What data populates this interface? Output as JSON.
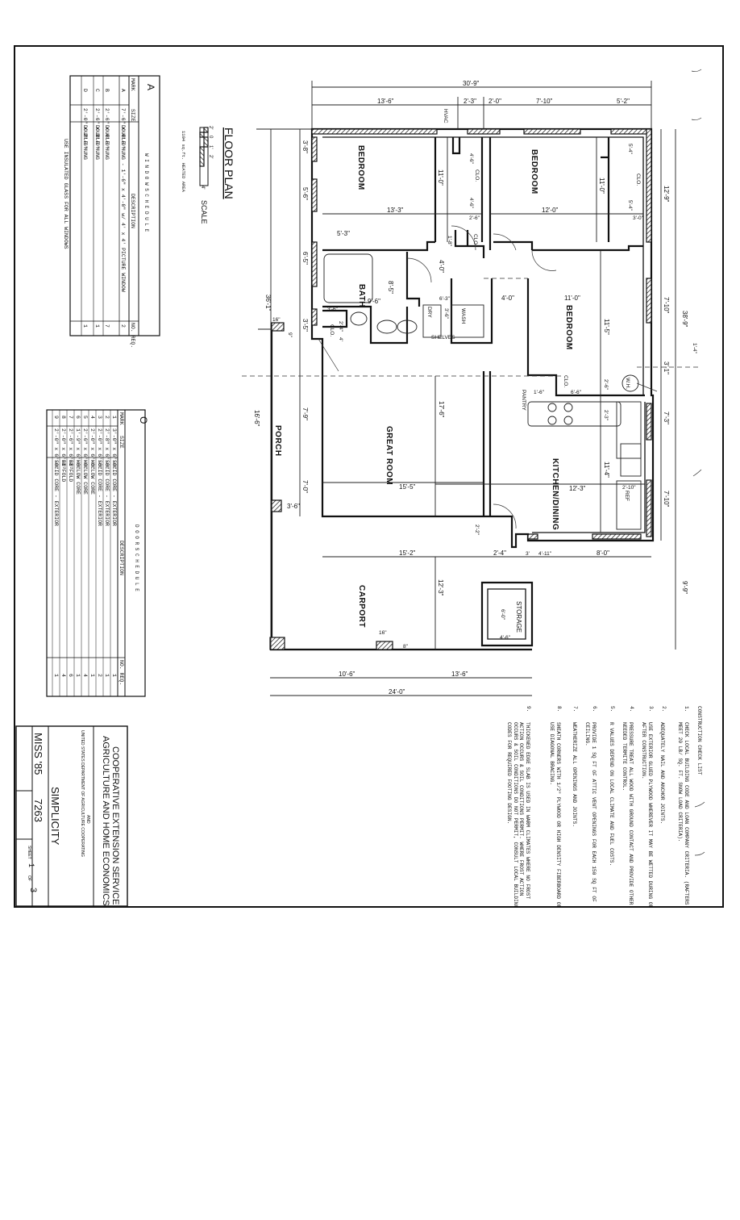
{
  "drawing": {
    "title": "FLOOR PLAN",
    "scale_label": "SCALE",
    "scale_ticks": [
      "2'",
      "0",
      "1'",
      "2'",
      "4'"
    ],
    "area_note": "1104 sq.ft. HEATED AREA"
  },
  "rooms": {
    "bedroom_1": "BEDROOM",
    "bedroom_2": "BEDROOM",
    "bedroom_3": "BEDROOM",
    "bath": "BATH",
    "great_room": "GREAT ROOM",
    "kitchen_dining": "KITCHEN/DINING",
    "porch": "PORCH",
    "carport": "CARPORT",
    "storage": "STORAGE",
    "hvac": "HVAC",
    "pantry": "PANTRY",
    "shelves": "SHELVES",
    "dry": "DRY",
    "wash": "WASH",
    "ref": "REF",
    "wh": "W.H.",
    "clo": "CLO.",
    "clo2": "CLO.",
    "clo3": "CLO.",
    "clo4": "CLO.",
    "clo5": "CLO."
  },
  "dimensions": {
    "overall_width": "30'-9\"",
    "top_1": "13'-6\"",
    "top_2": "2'-3\"",
    "top_3": "2'-0\"",
    "top_4": "7'-10\"",
    "top_5": "5'-2\"",
    "left_overall": "36'-1\"",
    "left_1": "3'-8\"",
    "left_2": "5'-6\"",
    "left_3": "6'-5\"",
    "left_4": "3'-5\"",
    "left_5": "7'-9\"",
    "left_6": "7'-0\"",
    "porch_depth": "16'-6\"",
    "porch_post": "16\"",
    "porch_post2": "9\"",
    "porch_gap": "3'-6\"",
    "right_overall": "38'-9\"",
    "right_1": "12'-9\"",
    "right_2": "7'-10\"",
    "right_3": "3'-1\"",
    "right_4": "7'-3\"",
    "right_5": "7'-10\"",
    "right_6": "9'-9\"",
    "right_7": "1'-4\"",
    "bed1_w": "13'-3\"",
    "bed1_d": "11'-0\"",
    "bed1_closet_a": "4'-6\"",
    "bed1_closet_b": "4'-6\"",
    "bed1_closet_c": "2'-6\"",
    "bath_a": "5'-3\"",
    "bath_b": "8'-5\"",
    "bath_c": "9'-6\"",
    "bath_d": "3'-6\"",
    "clo_a": "2'-4\"",
    "clo_b": "4'",
    "hall": "4'-0\"",
    "hall2": "4'-0\"",
    "laundry_a": "6'-3\"",
    "laundry_b": "3'-6\"",
    "laundry_c": "1'-8\"",
    "bed2_w": "12'-0\"",
    "bed2_d": "11'-0\"",
    "bed2_clo_a": "5'-4\"",
    "bed2_clo_b": "5'-4\"",
    "bed2_clo_c": "3'-0\"",
    "bed3_w": "11'-0\"",
    "bed3_d": "11'-5\"",
    "clo_e": "6'-6\"",
    "clo_f": "2'-6\"",
    "pantry_d": "1'-6\"",
    "kit_a": "2'-3\"",
    "kit_b": "11'-4\"",
    "kit_c": "12'-3\"",
    "kit_d": "2'-10\"",
    "gr_w": "15'-5\"",
    "gr_d": "17'-6\"",
    "gr_e": "2'-2\"",
    "bot_1": "15'-2\"",
    "bot_2": "2'-4\"",
    "bot_3": "3'",
    "bot_4": "4'-11\"",
    "bot_5": "8'-0\"",
    "carport_d": "12'-3\"",
    "storage_a": "6'-0\"",
    "storage_b": "4'-6\"",
    "carport_post": "16\"",
    "carport_post2": "8\"",
    "carport_1": "10'-6\"",
    "carport_2": "13'-6\"",
    "carport_overall": "24'-0\""
  },
  "window_schedule": {
    "title": "W I N D O W   S C H E D U L E",
    "symbol": "A",
    "headers": [
      "MARK",
      "SIZE",
      "DESCRIPTION",
      "NO. REQ."
    ],
    "rows": [
      {
        "mark": "A",
        "size": "7'-6\" x 4'-0\"",
        "description": "DOUBLE HUNG - 1'-6\" x 4'-0\" w/ 4' x 4' PICTURE WINDOW",
        "qty": "2"
      },
      {
        "mark": "B",
        "size": "2'-6\" x 4'-0\"",
        "description": "DOUBLE HUNG",
        "qty": "7"
      },
      {
        "mark": "C",
        "size": "2'-6\" x 3'-0\"",
        "description": "DOUBLE HUNG",
        "qty": "1"
      },
      {
        "mark": "D",
        "size": "2'-0\" x 2'-6\"",
        "description": "DOUBLE HUNG",
        "qty": "1"
      }
    ],
    "footnote": "USE INSULATED GLASS FOR ALL WINDOWS"
  },
  "door_schedule": {
    "title": "D O O R   S C H E D U L E",
    "symbol": "O",
    "headers": [
      "MARK",
      "SIZE",
      "DESCRIPTION",
      "NO. REQ."
    ],
    "rows": [
      {
        "mark": "1",
        "size": "3'-0\" x 6'-8\"",
        "description": "SOLID CORE - EXTERIOR",
        "qty": "1"
      },
      {
        "mark": "2",
        "size": "2'-8\" x 6'-8\"",
        "description": "SOLID CORE - EXTERIOR",
        "qty": "1"
      },
      {
        "mark": "3",
        "size": "2'-0\" x 6'-8\"",
        "description": "SOLID CORE - EXTERIOR",
        "qty": "2"
      },
      {
        "mark": "4",
        "size": "2'-0\" x 6'-8\"",
        "description": "HOLLOW CORE",
        "qty": "1"
      },
      {
        "mark": "5",
        "size": "2'-6\" x 6'-8\"",
        "description": "HOLLOW CORE",
        "qty": "4"
      },
      {
        "mark": "6",
        "size": "1'-9\" x 6'-8\"",
        "description": "HOLLOW CORE",
        "qty": "1"
      },
      {
        "mark": "7",
        "size": "2'-6\" x 6'-8\"",
        "description": "BI-FOLD",
        "qty": "6"
      },
      {
        "mark": "8",
        "size": "2'-0\" x 6'-8\"",
        "description": "BI-FOLD",
        "qty": "4"
      },
      {
        "mark": "9",
        "size": "2'-0\" x 6'-8\"",
        "description": "SOLID CORE - EXTERIOR",
        "qty": "1"
      }
    ]
  },
  "checklist": {
    "title": "CONSTRUCTION CHECK LIST",
    "items": [
      {
        "num": "1.",
        "text": "CHECK LOCAL BUILDING CODE AND LOAN COMPANY CRITERIA. (RAFTERS MEET 20 LB/ SQ. FT. SNOW LOAD CRITERIA)."
      },
      {
        "num": "2.",
        "text": "ADEQUATELY NAIL AND ANCHOR JOINTS."
      },
      {
        "num": "3.",
        "text": "USE EXTERIOR GLUED PLYWOOD WHEREVER IT MAY BE WETTED DURING OR AFTER CONSTRUCTION."
      },
      {
        "num": "4.",
        "text": "PRESSURE TREAT ALL WOOD WITH GROUND CONTACT AND PROVIDE OTHER NEEDED TERMITE CONTROL."
      },
      {
        "num": "5.",
        "text": "R VALUES DEPEND ON LOCAL CLIMATE AND FUEL COSTS."
      },
      {
        "num": "6.",
        "text": "PROVIDE 1 SQ FT OF ATTIC VENT OPENINGS FOR EACH 150 SQ FT OF CEILING."
      },
      {
        "num": "7.",
        "text": "WEATHERIZE ALL OPENINGS AND JOINTS."
      },
      {
        "num": "8.",
        "text": "SHEATH CORNERS WITH 1/2\" PLYWOOD OR HIGH DENSITY FIBERBOARD OR USE DIAGONAL BRACING."
      },
      {
        "num": "9.",
        "text": "THICKENED EDGE SLAB IS USED IN WARM CLIMATES WHERE NO FROST ACTION OCCURS & SOIL CONDITIONS PERMIT. WHERE FROST ACTION OCCURS & SOIL CONDITIONS DO NOT PERMIT, CONSULT LOCAL BUILDING CODES FOR REQUIRED FOOTING DESIGN."
      }
    ]
  },
  "title_block": {
    "org_line1": "COOPERATIVE EXTENSION SERVICE",
    "org_line2": "AGRICULTURE AND HOME ECONOMICS",
    "and": "AND",
    "org_line3": "UNITED STATES DEPARTMENT OF AGRICULTURE COOPERATING",
    "plan_name": "SIMPLICITY",
    "series": "MISS '85",
    "plan_number": "7263",
    "sheet_label": "SHEET",
    "sheet_num": "1",
    "of_label": "OF",
    "sheet_total": "3"
  }
}
